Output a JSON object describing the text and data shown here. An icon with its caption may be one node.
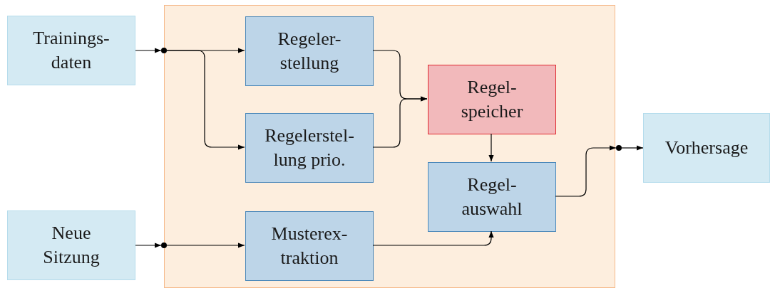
{
  "diagram": {
    "nodes": [
      {
        "text": [],
        "shape": "box"
      },
      {
        "text": [
          "Trainings- daten"
        ]
      },
      {
        "text": [
          "Regeler- stellung"
        ],
        "in": 0
      },
      {
        "text": [],
        "shape": "circle"
      },
      {
        "text": [
          "Regelerstel- lung prio."
        ],
        "in": 0
      },
      {
        "text": [
          "Regel- speicher"
        ],
        "in": 0
      },
      {
        "text": [
          "Regel- auswahl"
        ],
        "in": 0
      },
      {
        "text": [
          "Neue Sitzung"
        ]
      },
      {
        "text": [],
        "shape": "circle"
      },
      {
        "text": [
          "Musterex- traktion"
        ],
        "in": 0
      },
      {
        "text": [],
        "shape": "circle"
      },
      {
        "text": [
          "Vorhersage"
        ]
      }
    ],
    "edges": [
      {
        "from": 1,
        "to": 3,
        "arrow": "to"
      },
      {
        "from": 3,
        "to": 2,
        "arrow": "to"
      },
      {
        "from": 3,
        "to": 4,
        "arrow": "to"
      },
      {
        "from": 2,
        "to": 5,
        "arrow": "to"
      },
      {
        "from": 4,
        "to": 5,
        "arrow": "to"
      },
      {
        "from": 5,
        "to": 6,
        "arrow": "to"
      },
      {
        "from": 7,
        "to": 8,
        "arrow": "to"
      },
      {
        "from": 8,
        "to": 9,
        "arrow": "to"
      },
      {
        "from": 9,
        "to": 6,
        "arrow": "to"
      },
      {
        "from": 6,
        "to": 10,
        "arrow": "to"
      },
      {
        "from": 10,
        "to": 11,
        "arrow": "to"
      }
    ]
  }
}
